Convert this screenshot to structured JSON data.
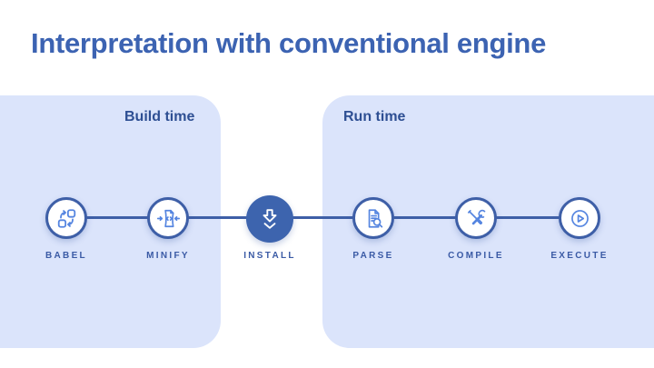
{
  "slide": {
    "title": "Interpretation with conventional engine"
  },
  "phases": {
    "build": {
      "label": "Build time"
    },
    "run": {
      "label": "Run time"
    }
  },
  "pipeline": {
    "steps": [
      {
        "label": "BABEL",
        "icon": "transform-cycle-icon"
      },
      {
        "label": "MINIFY",
        "icon": "compress-document-icon"
      },
      {
        "label": "INSTALL",
        "icon": "download-arrow-icon",
        "emphasized": true
      },
      {
        "label": "PARSE",
        "icon": "document-search-icon"
      },
      {
        "label": "COMPILE",
        "icon": "tools-icon"
      },
      {
        "label": "EXECUTE",
        "icon": "play-circle-icon"
      }
    ]
  },
  "colors": {
    "background": "#ffffff",
    "title_text": "#3c63b2",
    "phase_box_fill": "#dbe4fb",
    "phase_label_text": "#2e4f93",
    "node_border": "#3e5fa7",
    "connector_line": "#3e5fa7",
    "icon_stroke": "#5585e0",
    "install_node_fill": "#3d64ae",
    "install_icon_stroke": "#ffffff",
    "step_label_text": "#3a5aa5"
  }
}
